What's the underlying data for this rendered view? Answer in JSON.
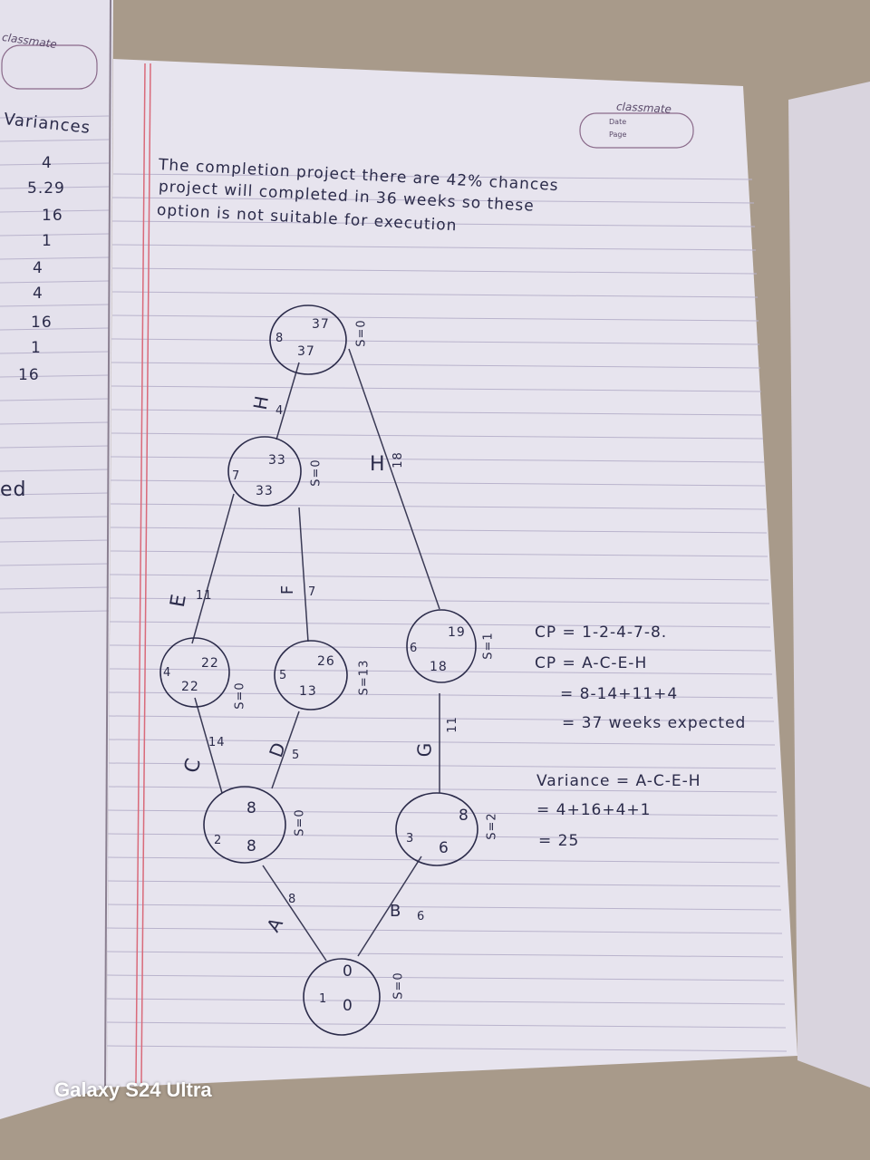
{
  "colors": {
    "table": "#a89a8a",
    "paper": "#e7e4ee",
    "rule": "#b9b3cc",
    "margin": "#d96a7a",
    "ink": "#2b2b4a"
  },
  "left_page": {
    "brand": "classmate",
    "heading": "Variances",
    "values": [
      "4",
      "5.29",
      "16",
      "1",
      "4",
      "4",
      "16",
      "1",
      "16"
    ],
    "fragment": "ed"
  },
  "right_page": {
    "brand": "classmate",
    "date_label": "Date",
    "page_label": "Page",
    "paragraph": [
      "The completion project there are 42% chances",
      "project will completed in 36 weeks so these",
      "option is not suitable for execution"
    ],
    "cp_lines": [
      "CP = 1-2-4-7-8.",
      "CP = A-C-E-H",
      "= 8-14+11+4",
      "= 37 weeks expected"
    ],
    "variance_lines": [
      "Variance = A-C-E-H",
      "= 4+16+4+1",
      "= 25"
    ]
  },
  "network": {
    "nodes": [
      {
        "id": "1",
        "es": "0",
        "lf": "0",
        "slack": "S=0"
      },
      {
        "id": "2",
        "es": "8",
        "lf": "8",
        "slack": "S=0"
      },
      {
        "id": "3",
        "es": "6",
        "lf": "8",
        "slack": "S=2"
      },
      {
        "id": "4",
        "es": "22",
        "lf": "22",
        "slack": "S=0"
      },
      {
        "id": "5",
        "es": "13",
        "lf": "26",
        "slack": "S=13"
      },
      {
        "id": "6",
        "es": "18",
        "lf": "19",
        "slack": "S=1"
      },
      {
        "id": "7",
        "es": "33",
        "lf": "33",
        "slack": "S=0"
      },
      {
        "id": "8",
        "es": "37",
        "lf": "37",
        "slack": "S=0"
      }
    ],
    "activities": [
      {
        "name": "A",
        "duration": "8"
      },
      {
        "name": "B",
        "duration": "6"
      },
      {
        "name": "C",
        "duration": "14"
      },
      {
        "name": "D",
        "duration": "5"
      },
      {
        "name": "E",
        "duration": "11"
      },
      {
        "name": "F",
        "duration": "7"
      },
      {
        "name": "G",
        "duration": "11"
      },
      {
        "name": "H",
        "duration": "4"
      },
      {
        "name": "H",
        "duration": "18"
      }
    ]
  },
  "watermark": "Galaxy S24 Ultra"
}
